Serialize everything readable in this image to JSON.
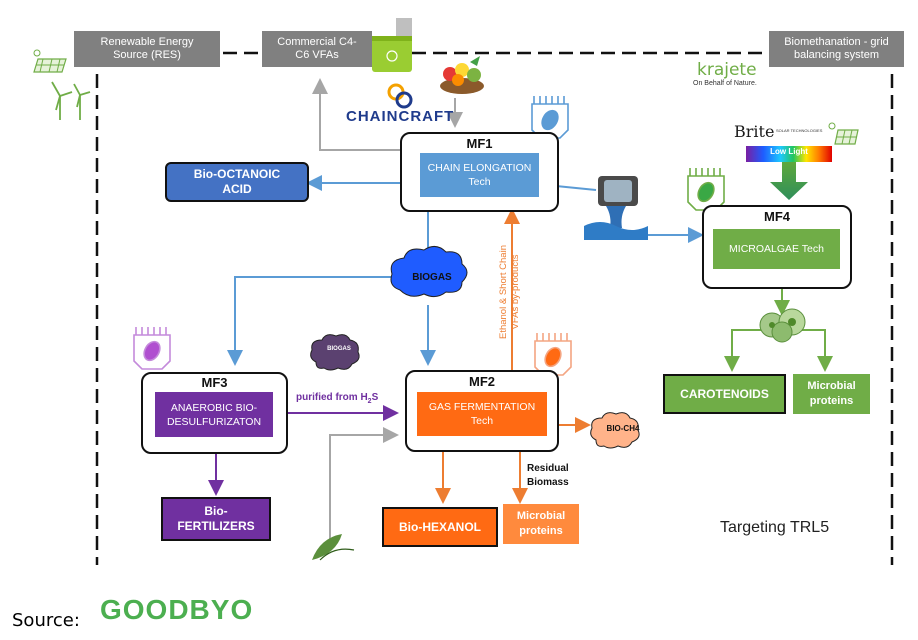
{
  "colors": {
    "blue": "#5b9bd5",
    "dark_blue_fill": "#4472c4",
    "orange": "#ff6a13",
    "purple": "#7030a0",
    "green": "#70ad47",
    "gray": "#808080"
  },
  "header_boxes": {
    "res": "Renewable Energy Source (RES)",
    "vfas": "Commercial C4-C6 VFAs",
    "biomethanation": "Biomethanation - grid balancing system"
  },
  "logos": {
    "chaincraft": "CHAINCRAFT",
    "krajete": "krajete",
    "krajete_tagline": "On Behalf of Nature.",
    "brite": "Brite",
    "brite_sub": "SOLAR TECHNOLOGIES",
    "low_light": "Low Light",
    "goodbyo": "GOODBYO"
  },
  "modules": {
    "mf1": {
      "title": "MF1",
      "tech_line1": "CHAIN ELONGATION",
      "tech_line2": "Tech"
    },
    "mf2": {
      "title": "MF2",
      "tech_line1": "GAS FERMENTATION",
      "tech_line2": "Tech"
    },
    "mf3": {
      "title": "MF3",
      "tech_line1": "ANAEROBIC BIO-",
      "tech_line2": "DESULFURIZATON"
    },
    "mf4": {
      "title": "MF4",
      "tech_line1": "MICROALGAE Tech"
    }
  },
  "products": {
    "bio_octanoic": {
      "line1": "Bio-OCTANOIC",
      "line2": "ACID"
    },
    "bio_fertilizers": {
      "line1": "Bio-",
      "line2": "FERTILIZERS"
    },
    "bio_hexanol": "Bio-HEXANOL",
    "microbial_proteins_orange": {
      "line1": "Microbial",
      "line2": "proteins"
    },
    "carotenoids": "CAROTENOIDS",
    "microbial_proteins_green": {
      "line1": "Microbial",
      "line2": "proteins"
    }
  },
  "clouds": {
    "biogas_main": "BIOGAS",
    "biogas_small": "BIOGAS",
    "bio_ch4": "BIO-CH4"
  },
  "labels": {
    "purified_from": "purified from H",
    "purified_sub": "2",
    "purified_tail": "S",
    "ethanol_line1": "Ethanol & Short Chain",
    "ethanol_line2": "VFAs by-products",
    "residual_line1": "Residual",
    "residual_line2": "Biomass",
    "targeting": "Targeting TRL5"
  },
  "footer": {
    "source": "Source:"
  }
}
